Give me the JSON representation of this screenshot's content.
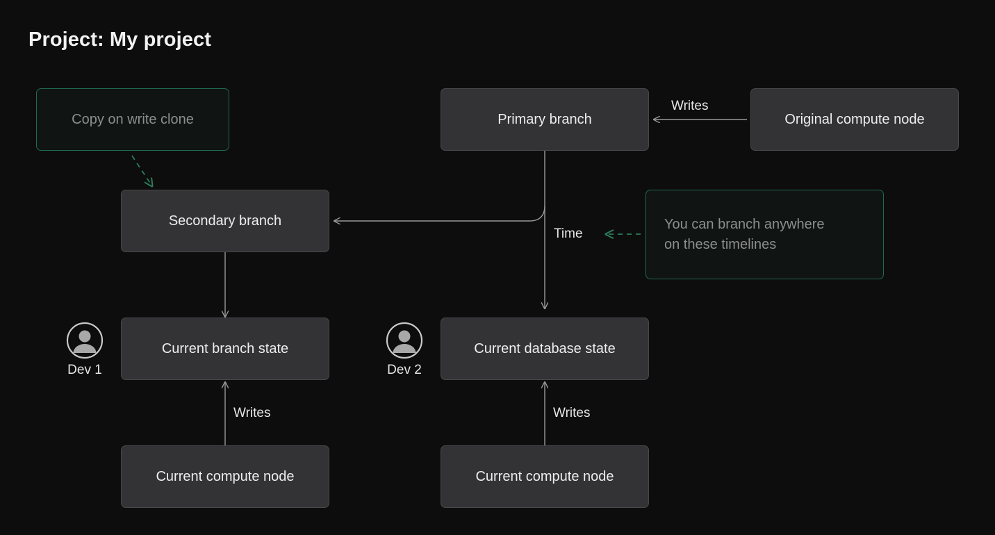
{
  "page": {
    "title": "Project: My project",
    "background_color": "#0d0d0d",
    "node_fill_color": "#333336",
    "node_border_color": "#48484c",
    "accent_green": "#1f6b4d",
    "edge_color": "#9a9a9a",
    "text_color": "#ededed"
  },
  "nodes": {
    "copy_on_write_clone": "Copy on write clone",
    "primary_branch": "Primary branch",
    "original_compute_node": "Original compute node",
    "secondary_branch": "Secondary branch",
    "branch_anywhere_note": "You can branch anywhere on these timelines",
    "branch_anywhere_note_line1": "You can branch anywhere",
    "branch_anywhere_note_line2": "on these timelines",
    "current_branch_state": "Current branch state",
    "current_database_state": "Current database state",
    "current_compute_node_left": "Current compute node",
    "current_compute_node_right": "Current compute node"
  },
  "edge_labels": {
    "writes_top": "Writes",
    "writes_left": "Writes",
    "writes_right": "Writes",
    "time": "Time"
  },
  "actors": [
    {
      "name": "Dev 1",
      "icon": "user-avatar-icon"
    },
    {
      "name": "Dev 2",
      "icon": "user-avatar-icon"
    }
  ]
}
